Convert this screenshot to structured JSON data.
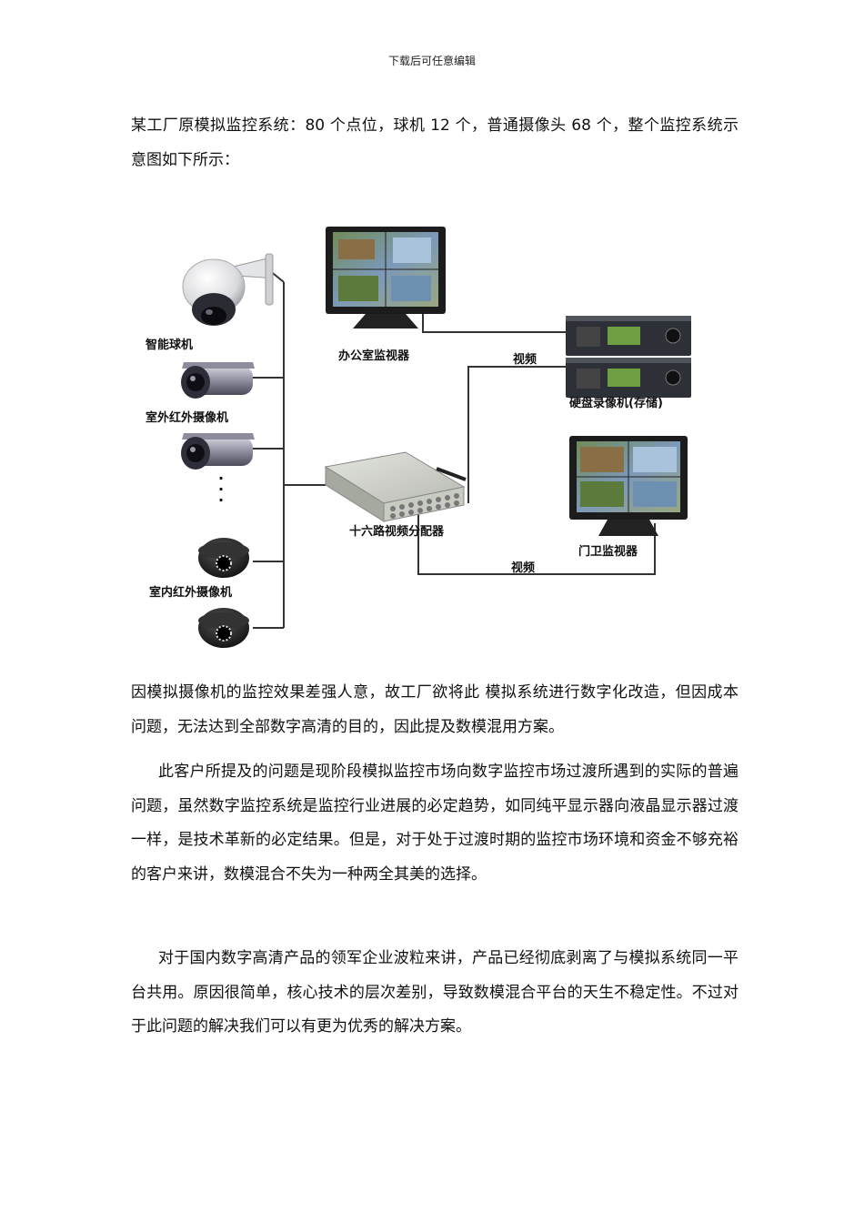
{
  "header": {
    "text": "下载后可任意编辑"
  },
  "paragraphs": {
    "p1": "某工厂原模拟监控系统：80 个点位，球机 12 个，普通摄像头 68 个，整个监控系统示意图如下所示：",
    "p2": "因模拟摄像机的监控效果差强人意，故工厂欲将此 模拟系统进行数字化改造，但因成本问题，无法达到全部数字高清的目的，因此提及数模混用方案。",
    "p3": "此客户所提及的问题是现阶段模拟监控市场向数字监控市场过渡所遇到的实际的普遍问题，虽然数字监控系统是监控行业进展的必定趋势，如同纯平显示器向液晶显示器过渡一样，是技术革新的必定结果。但是，对于处于过渡时期的监控市场环境和资金不够充裕的客户来讲，数模混合不失为一种两全其美的选择。",
    "p4": "对于国内数字高清产品的领军企业波粒来讲，产品已经彻底剥离了与模拟系统同一平台共用。原因很简单，核心技术的层次差别，导致数模混合平台的天生不稳定性。不过对于此问题的解决我们可以有更为优秀的解决方案。"
  },
  "diagram": {
    "labels": {
      "dome": "智能球机",
      "outdoor_ir": "室外红外摄像机",
      "indoor_ir": "室内红外摄像机",
      "office_monitor": "办公室监视器",
      "dvr": "硬盘录像机(存储)",
      "distributor": "十六路视频分配器",
      "gate_monitor": "门卫监视器",
      "video_top": "视频",
      "video_bottom": "视频",
      "dots": "·\n·\n·"
    }
  }
}
